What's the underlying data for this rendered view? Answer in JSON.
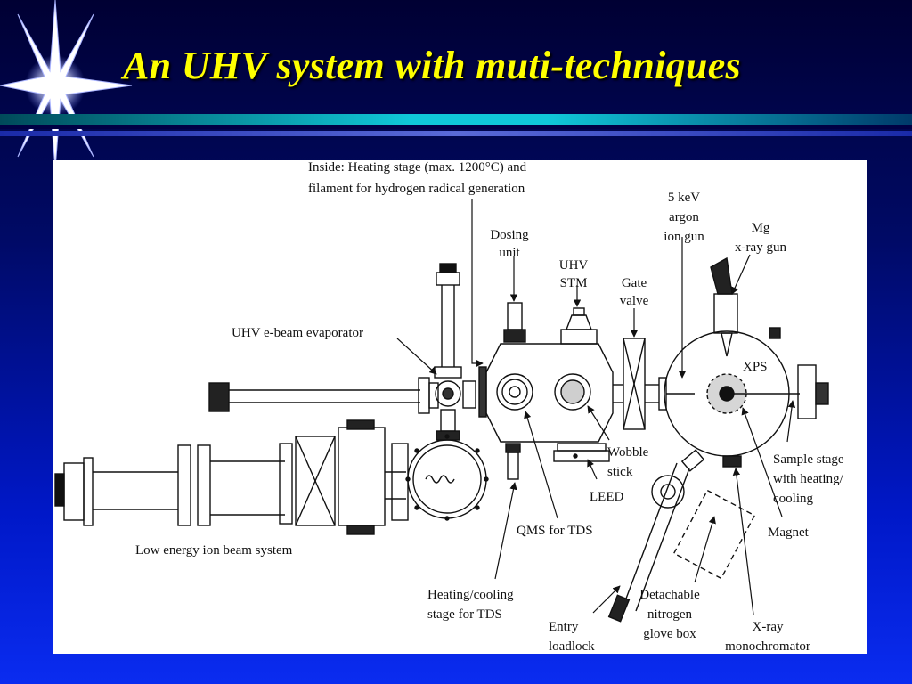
{
  "slide": {
    "title": "An UHV system with muti-techniques"
  },
  "colors": {
    "title": "#ffff00",
    "background_top": "#000033",
    "background_bottom": "#0a2cf0",
    "rule_teal": "#10c8d8",
    "panel": "#ffffff"
  },
  "icons": {
    "decoration": "star-burst-icon"
  },
  "diagram": {
    "labels": {
      "inside_line1": "Inside: Heating stage (max. 1200°C) and",
      "inside_line2": "filament for hydrogen radical generation",
      "dosing_line1": "Dosing",
      "dosing_line2": "unit",
      "stm_line1": "UHV",
      "stm_line2": "STM",
      "gate_line1": "Gate",
      "gate_line2": "valve",
      "ion_gun_line1": "5 keV",
      "ion_gun_line2": "argon",
      "ion_gun_line3": "ion gun",
      "mg_line1": "Mg",
      "mg_line2": "x-ray gun",
      "ebeam": "UHV e-beam evaporator",
      "xps": "XPS",
      "sample_line1": "Sample stage",
      "sample_line2": "with heating/",
      "sample_line3": "cooling",
      "wobble_line1": "Wobble",
      "wobble_line2": "stick",
      "leed": "LEED",
      "qms": "QMS for TDS",
      "magnet": "Magnet",
      "low_energy": "Low energy ion beam system",
      "heating_line1": "Heating/cooling",
      "heating_line2": "stage for TDS",
      "entry_line1": "Entry",
      "entry_line2": "loadlock",
      "glovebox_line1": "Detachable",
      "glovebox_line2": "nitrogen",
      "glovebox_line3": "glove box",
      "mono_line1": "X-ray",
      "mono_line2": "monochromator"
    }
  }
}
